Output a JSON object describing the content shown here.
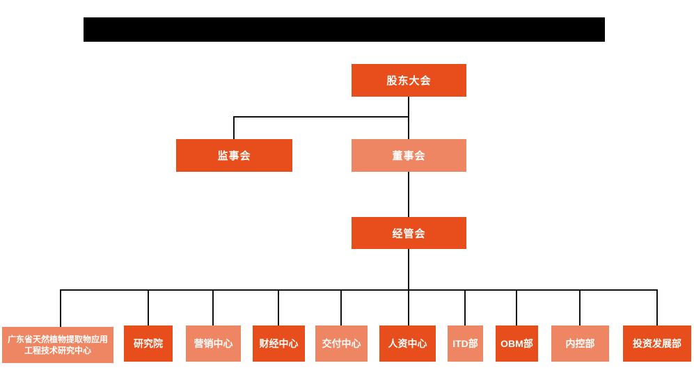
{
  "page": {
    "kind": "organization-chart",
    "background": "#ffffff",
    "title_bar": {
      "redacted": true,
      "color": "#000000"
    }
  },
  "colors": {
    "box_dark": "#E84E1B",
    "box_light": "#EF8663",
    "line": "#111111",
    "text": "#ffffff"
  },
  "org": {
    "root": {
      "label": "股东大会",
      "tone": "dark"
    },
    "level2": [
      {
        "label": "监事会",
        "tone": "dark"
      },
      {
        "label": "董事会",
        "tone": "light"
      }
    ],
    "level3": {
      "label": "经管会",
      "tone": "dark"
    },
    "departments": [
      {
        "label": "广东省天然植物提取物应用工程技术研究中心",
        "tone": "light"
      },
      {
        "label": "研究院",
        "tone": "dark"
      },
      {
        "label": "营销中心",
        "tone": "light"
      },
      {
        "label": "财经中心",
        "tone": "dark"
      },
      {
        "label": "交付中心",
        "tone": "light"
      },
      {
        "label": "人资中心",
        "tone": "dark"
      },
      {
        "label": "ITD部",
        "tone": "light"
      },
      {
        "label": "OBM部",
        "tone": "dark"
      },
      {
        "label": "内控部",
        "tone": "light"
      },
      {
        "label": "投资发展部",
        "tone": "dark"
      }
    ]
  }
}
